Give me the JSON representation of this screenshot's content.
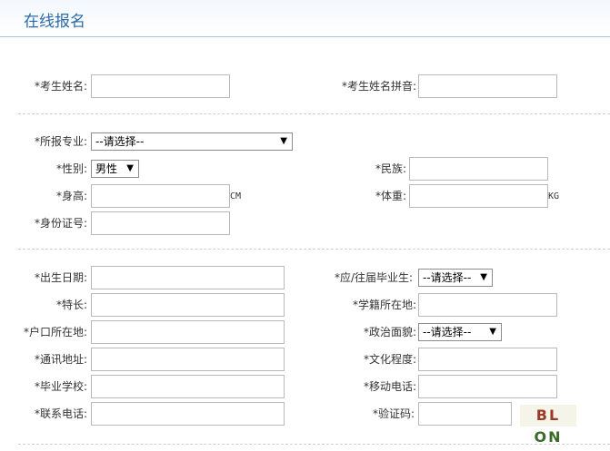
{
  "header": {
    "title": "在线报名"
  },
  "section1": {
    "name_label": "*考生姓名:",
    "pinyin_label": "*考生姓名拼音:"
  },
  "section2": {
    "major_label": "*所报专业:",
    "major_select": "--请选择--",
    "gender_label": "*性别:",
    "gender_select": "男性",
    "ethnic_label": "*民族:",
    "height_label": "*身高:",
    "height_unit": "CM",
    "weight_label": "*体重:",
    "weight_unit": "KG",
    "id_label": "*身份证号:"
  },
  "section3": {
    "birth_label": "*出生日期:",
    "graduate_label": "*应/往届毕业生:",
    "graduate_select": "--请选择--",
    "specialty_label": "*特长:",
    "school_reg_label": "*学籍所在地:",
    "hukou_label": "*户口所在地:",
    "political_label": "*政治面貌:",
    "political_select": "--请选择--",
    "address_label": "*通讯地址:",
    "education_label": "*文化程度:",
    "grad_school_label": "*毕业学校:",
    "mobile_label": "*移动电话:",
    "phone_label": "*联系电话:",
    "captcha_label": "*验证码:",
    "captcha_text_1": "BL",
    "captcha_text_2": "ON"
  },
  "colors": {
    "accent": "#2a6aa9",
    "border": "#b9b9b9"
  }
}
